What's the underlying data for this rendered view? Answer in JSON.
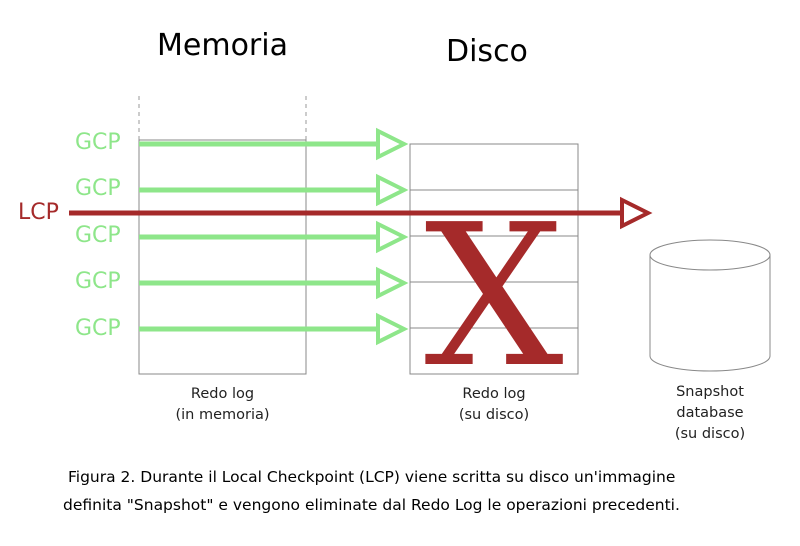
{
  "headings": {
    "memory": "Memoria",
    "disk": "Disco"
  },
  "gcp_labels": [
    "GCP",
    "GCP",
    "GCP",
    "GCP",
    "GCP"
  ],
  "lcp_label": "LCP",
  "memory_log": {
    "line1": "Redo log",
    "line2": "(in memoria)"
  },
  "disk_log": {
    "line1": "Redo log",
    "line2": "(su disco)"
  },
  "snapshot": {
    "line1": "Snapshot",
    "line2": "database",
    "line3": "(su disco)"
  },
  "cross_mark": "X",
  "caption": {
    "line1": "Figura 2. Durante il Local Checkpoint (LCP) viene scritta su disco un'immagine",
    "line2": "definita \"Snapshot\" e vengono eliminate dal Redo Log le operazioni precedenti."
  },
  "colors": {
    "gcp": "#8ee68a",
    "lcp": "#a52a2a",
    "box_border": "#888888"
  }
}
